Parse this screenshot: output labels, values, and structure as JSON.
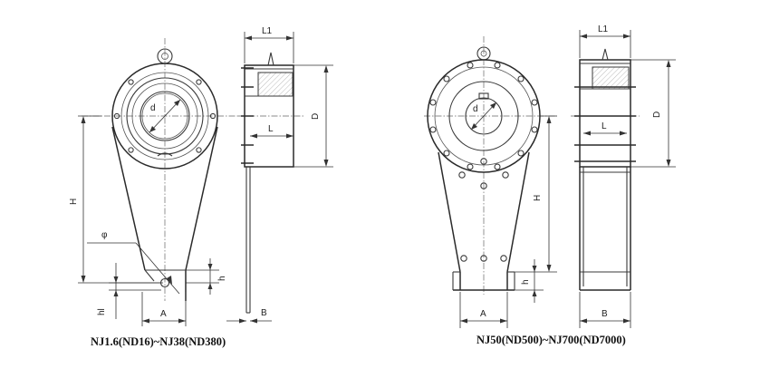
{
  "captions": {
    "left": "NJ1.6(ND16)~NJ38(ND380)",
    "right": "NJ50(ND500)~NJ700(ND7000)"
  },
  "labels": {
    "left": {
      "L1": "L1",
      "D": "D",
      "L": "L",
      "d": "d",
      "H": "H",
      "phi": "φ",
      "h": "h",
      "hl": "hl",
      "A": "A",
      "B": "B"
    },
    "right": {
      "L1": "L1",
      "D": "D",
      "L": "L",
      "d": "d",
      "H": "H",
      "h": "h",
      "A": "A",
      "B": "B"
    }
  },
  "colors": {
    "line": "#3a3a3a",
    "text": "#222222",
    "background": "#ffffff"
  }
}
